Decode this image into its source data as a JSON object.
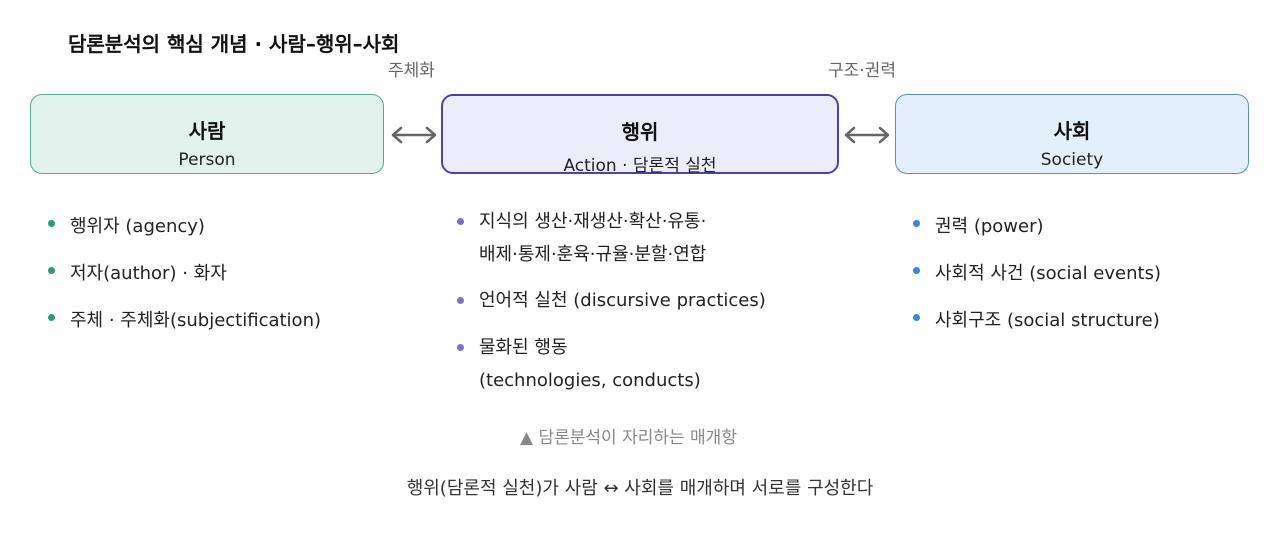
{
  "title": "담론분석의 핵심 개념 · 사람–행위–사회",
  "edge_labels": {
    "left": "주체화",
    "right": "구조·권력"
  },
  "nodes": {
    "person": {
      "name": "사람",
      "sub": "Person"
    },
    "action": {
      "name": "행위",
      "sub": "Action · 담론적 실천"
    },
    "society": {
      "name": "사회",
      "sub": "Society"
    }
  },
  "connectors": {
    "left": "bidirectional-arrow-icon",
    "right": "bidirectional-arrow-icon"
  },
  "lists": {
    "person": [
      "행위자 (agency)",
      "저자(author) · 화자",
      "주체 · 주체화(subjectification)"
    ],
    "action": [
      {
        "line1": "지식의 생산·재생산·확산·유통·",
        "line2": "배제·통제·훈육·규율·분할·연합"
      },
      {
        "line1": "언어적 실천 (discursive practices)"
      },
      {
        "line1": "물화된 행동",
        "line2": "(technologies, conducts)"
      }
    ],
    "society": [
      "권력 (power)",
      "사회적 사건 (social events)",
      "사회구조 (social structure)"
    ]
  },
  "note": "▲ 담론분석이 자리하는 매개항",
  "footer": "행위(담론적 실천)가 사람 ↔ 사회를 매개하며 서로를 구성한다",
  "colors": {
    "person_fill": "#e1f3ec",
    "person_border": "#5aa88e",
    "action_fill": "#ececfb",
    "action_border": "#4f3fa6",
    "society_fill": "#e3effa",
    "society_border": "#5d8fc4",
    "arrow": "#666666"
  }
}
